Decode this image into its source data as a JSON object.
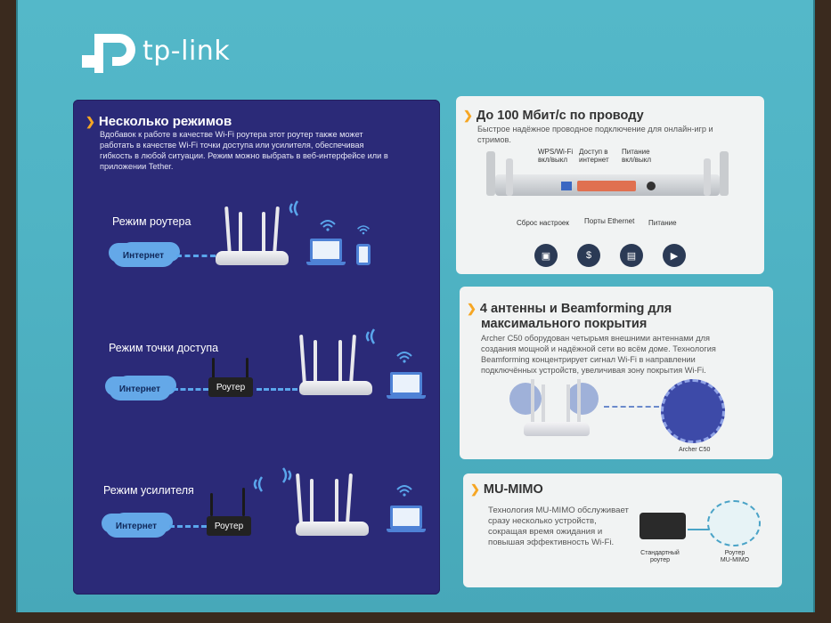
{
  "brand": {
    "name": "tp-link",
    "color": "#ffffff",
    "icon": "tp-link-logo-icon"
  },
  "colors": {
    "box": "#4fb3c4",
    "panel_dark": "#2b2a78",
    "accent": "#f6a623",
    "cloud": "#64a8e8",
    "card": "#f1f3f3"
  },
  "left": {
    "title": "Несколько режимов",
    "desc_lines": [
      "Вдобавок к работе в качестве Wi-Fi роутера этот роутер также может",
      "работать в качестве Wi-Fi точки доступа или усилителя, обеспечивая",
      "гибкость в любой ситуации. Режим можно выбрать в веб-интерфейсе или в",
      "приложении Tether."
    ],
    "modes": {
      "router": {
        "label": "Режим роутера",
        "internet": "Интернет"
      },
      "ap": {
        "label": "Режим точки доступа",
        "internet": "Интернет",
        "router": "Роутер"
      },
      "extender": {
        "label": "Режим усилителя",
        "internet": "Интернет",
        "router": "Роутер"
      }
    }
  },
  "card1": {
    "title": "До 100 Мбит/с по проводу",
    "desc_lines": [
      "Быстрое надёжное проводное подключение для онлайн-игр и",
      "стримов."
    ],
    "labels": {
      "wps": [
        "WPS/Wi-Fi",
        "вкл/выкл"
      ],
      "internet": [
        "Доступ в",
        "интернет"
      ],
      "power": [
        "Питание",
        "вкл/выкл"
      ],
      "reset": "Сброс настроек",
      "ethernet": "Порты Ethernet",
      "power_bottom": "Питание"
    },
    "icons": [
      "console-icon",
      "money-icon",
      "computer-icon",
      "tv-icon"
    ]
  },
  "card2": {
    "title_lines": [
      "4 антенны и Beamforming для",
      "максимального покрытия"
    ],
    "desc_lines": [
      "Archer C50 оборудован четырьмя внешними антеннами для",
      "создания мощной и надёжной сети во всём доме. Технология",
      "Beamforming концентрирует сигнал Wi-Fi в направлении",
      "подключённых устройств, увеличивая зону покрытия Wi-Fi."
    ],
    "model": "Archer C50"
  },
  "card3": {
    "title": "MU-MIMO",
    "desc_lines": [
      "Технология MU-MIMO обслуживает",
      "сразу несколько устройств,",
      "сокращая время ожидания и",
      "повышая эффективность Wi-Fi."
    ],
    "left_caption": [
      "Стандартный",
      "роутер"
    ],
    "right_caption": [
      "Роутер",
      "MU-MIMO"
    ]
  }
}
